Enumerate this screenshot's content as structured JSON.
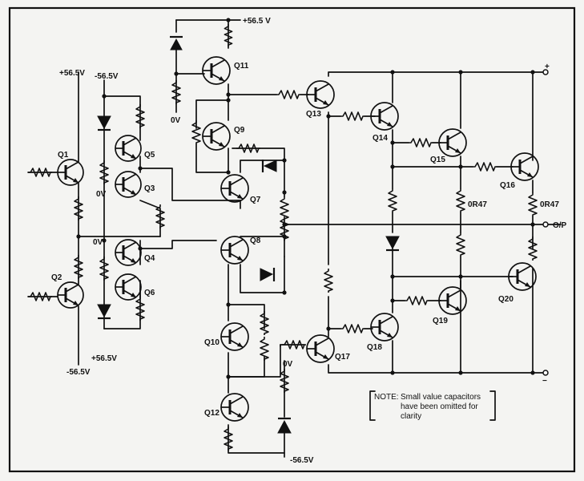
{
  "transistors": {
    "q1": "Q1",
    "q2": "Q2",
    "q3": "Q3",
    "q4": "Q4",
    "q5": "Q5",
    "q6": "Q6",
    "q7": "Q7",
    "q8": "Q8",
    "q9": "Q9",
    "q10": "Q10",
    "q11": "Q11",
    "q12": "Q12",
    "q13": "Q13",
    "q14": "Q14",
    "q15": "Q15",
    "q16": "Q16",
    "q17": "Q17",
    "q18": "Q18",
    "q19": "Q19",
    "q20": "Q20"
  },
  "supplies": {
    "plus_top": "+56.5 V",
    "plus_left": "+56.5V",
    "minus_left_top": "-56.5V",
    "plus_left_bottom": "+56.5V",
    "minus_left_bottom": "-56.5V",
    "minus_bottom": "-56.5V"
  },
  "grounds": {
    "zero_v_q11": "0V",
    "zero_v_q3": "0V",
    "zero_v_mid": "0V",
    "zero_v_q17": "0V"
  },
  "resistor_values": {
    "r_q15": "0R47",
    "r_q16": "0R47"
  },
  "terminals": {
    "plus": "+",
    "minus": "−",
    "output": "O/P"
  },
  "note": {
    "heading": "NOTE:",
    "line1": "Small value capacitors",
    "line2": "have been omitted for",
    "line3": "clarity"
  }
}
